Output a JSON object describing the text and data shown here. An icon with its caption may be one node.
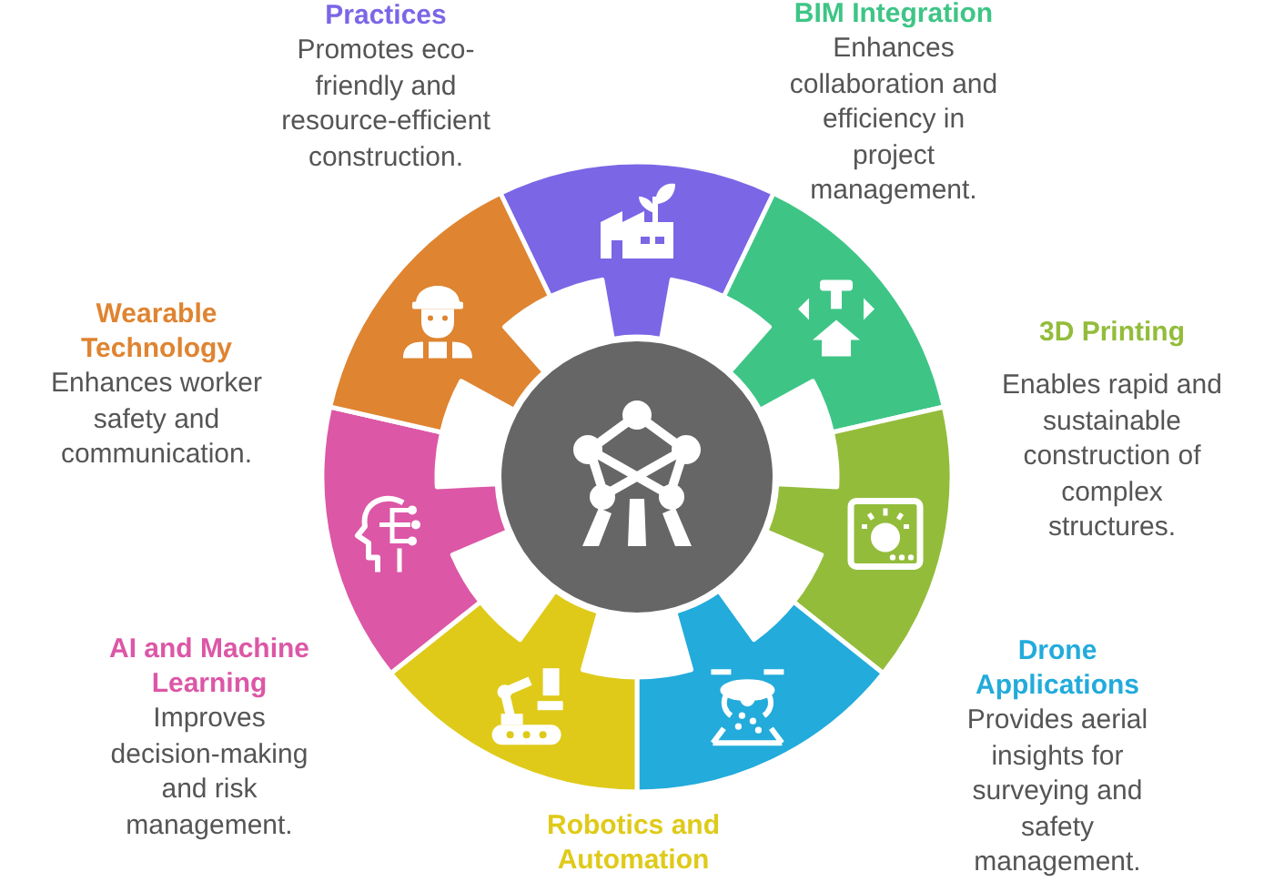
{
  "diagram": {
    "nodes": [
      {
        "text": [],
        "shape": "circle"
      },
      {
        "text": [
          "Practices",
          "Promotes eco-friendly and resource-efficient construction."
        ]
      },
      {
        "text": [
          "BIM Integration",
          "Enhances collaboration and efficiency in project management."
        ]
      },
      {
        "text": [
          "3D Printing",
          "Enables rapid and sustainable construction of complex structures."
        ]
      },
      {
        "text": [
          "Drone Applications",
          "Provides aerial insights for surveying and safety management."
        ]
      },
      {
        "text": [
          "Robotics and Automation"
        ]
      },
      {
        "text": [
          "AI and Machine Learning",
          "Improves decision-making and risk management."
        ]
      },
      {
        "text": [
          "Wearable Technology",
          "Enhances worker safety and communication."
        ]
      }
    ]
  }
}
